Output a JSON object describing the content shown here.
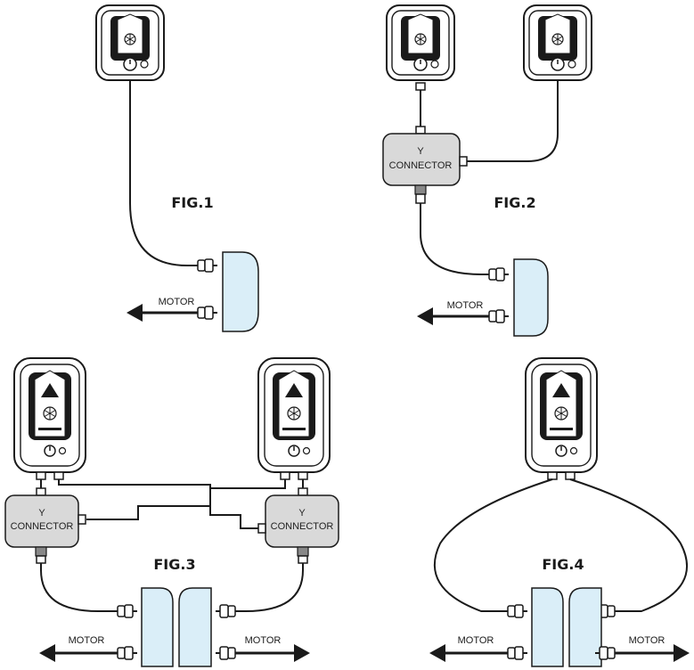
{
  "figures": [
    {
      "id": "fig1",
      "label": "FIG.1"
    },
    {
      "id": "fig2",
      "label": "FIG.2"
    },
    {
      "id": "fig3",
      "label": "FIG.3"
    },
    {
      "id": "fig4",
      "label": "FIG.4"
    }
  ],
  "labels": {
    "motor": "MOTOR",
    "y_connector_line1": "Y",
    "y_connector_line2": "CONNECTOR"
  },
  "colors": {
    "controller_fill": "#daeef8",
    "y_connector_fill": "#d9d9d9",
    "line": "#1a1a1a"
  },
  "icons": [
    "control-panel-icon",
    "fan-icon",
    "power-icon",
    "arrow-left-icon",
    "arrow-right-icon",
    "plug-icon"
  ]
}
